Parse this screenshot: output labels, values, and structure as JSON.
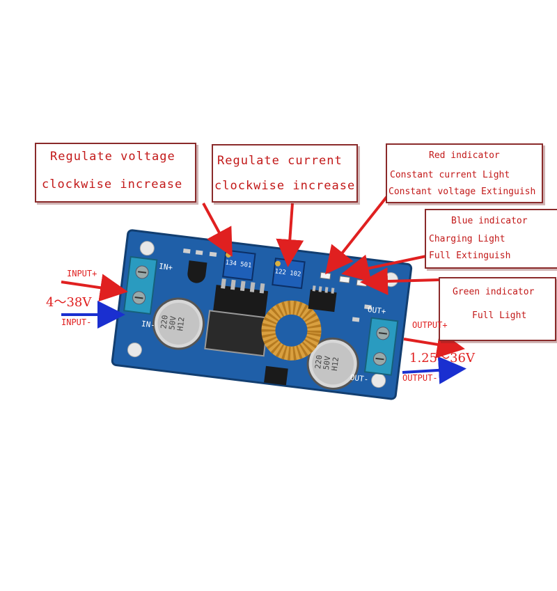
{
  "callouts": {
    "voltage": {
      "line1": "Regulate voltage",
      "line2": "clockwise increase"
    },
    "current": {
      "line1": "Regulate current",
      "line2": "clockwise  increase"
    },
    "red": {
      "title": "Red indicator",
      "line1": "Constant current Light",
      "line2": "Constant voltage Extinguish"
    },
    "blue": {
      "title": "Blue indicator",
      "line1": "Charging  Light",
      "line2": "Full Extinguish"
    },
    "green": {
      "title": "Green  indicator",
      "line1": "Full Light"
    }
  },
  "labels": {
    "input_plus": "INPUT+",
    "input_minus": "INPUT-",
    "input_range": "4～38V",
    "output_plus": "OUTPUT+",
    "output_minus": "OUTPUT-",
    "output_range": "1.25～36V"
  },
  "board": {
    "silk_in_plus": "IN+",
    "silk_in_minus": "IN-",
    "silk_out_plus": "OUT+",
    "silk_out_minus": "OUT-",
    "pot1_code": "134  501",
    "pot2_code": "122  102",
    "cap_value": "220",
    "cap_voltage": "50V",
    "cap_series": "H12"
  },
  "colors": {
    "pcb": "#1f5fa8",
    "callout_text": "#c21818",
    "arrow_red": "#e02020",
    "arrow_blue": "#1a2fd0",
    "terminal": "#2a9bc0",
    "coil": "#d9a040"
  }
}
